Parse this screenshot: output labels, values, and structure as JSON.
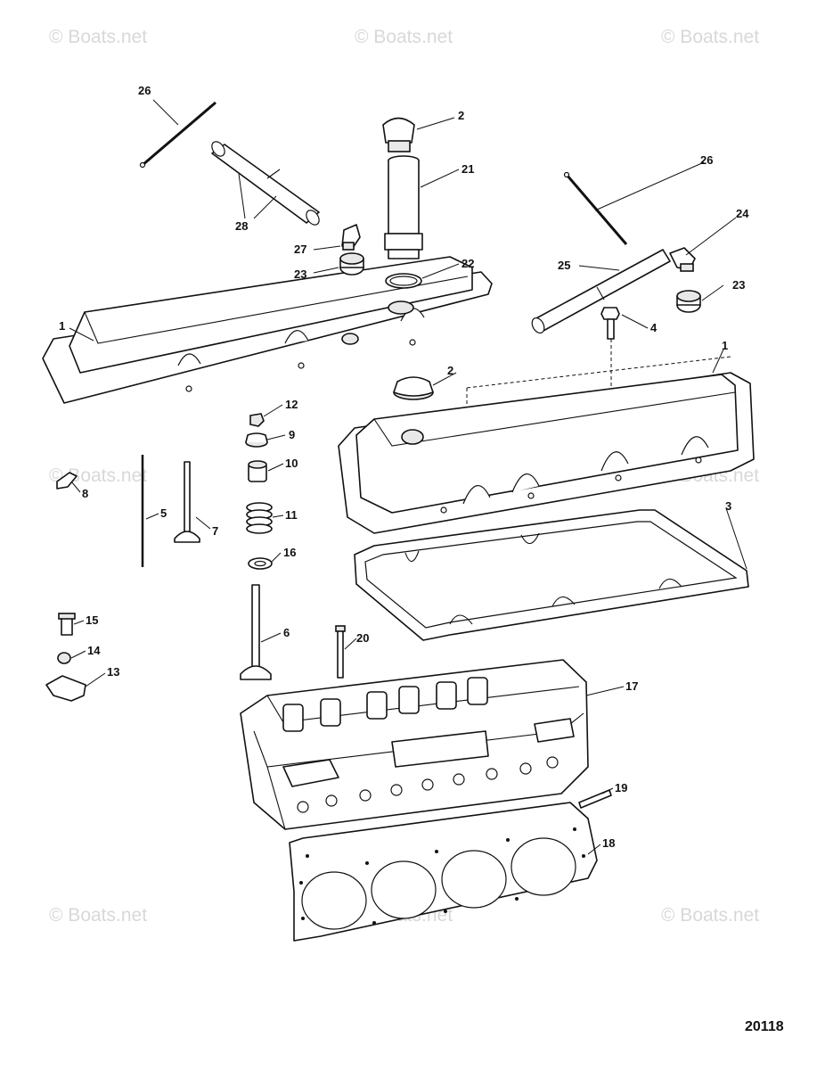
{
  "watermarks": {
    "text": "© Boats.net"
  },
  "figure_number": "20118",
  "callouts": {
    "c26a": "26",
    "c2a": "2",
    "c21": "21",
    "c28": "28",
    "c27": "27",
    "c23a": "23",
    "c22": "22",
    "c1a": "1",
    "c26b": "26",
    "c24": "24",
    "c25": "25",
    "c23b": "23",
    "c4": "4",
    "c1b": "1",
    "c2b": "2",
    "c12": "12",
    "c9": "9",
    "c10": "10",
    "c8": "8",
    "c5": "5",
    "c7": "7",
    "c11": "11",
    "c16": "16",
    "c3": "3",
    "c15": "15",
    "c6": "6",
    "c20": "20",
    "c14": "14",
    "c13": "13",
    "c17": "17",
    "c19": "19",
    "c18": "18"
  }
}
